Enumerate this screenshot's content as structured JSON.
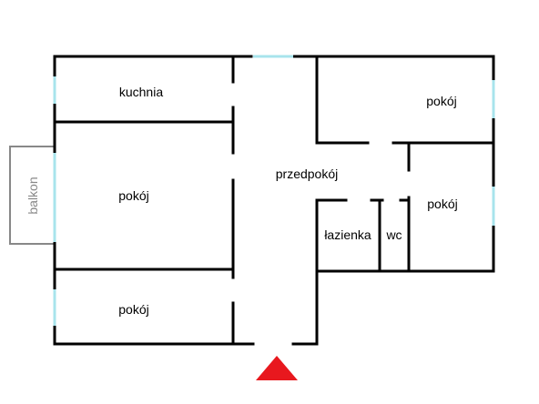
{
  "rooms": {
    "kitchen": "kuchnia",
    "room_left_mid": "pokój",
    "room_left_bottom": "pokój",
    "room_right_top": "pokój",
    "room_right_mid": "pokój",
    "hallway": "przedpokój",
    "bathroom": "łazienka",
    "wc": "wc",
    "balcony": "balkon"
  },
  "colors": {
    "wall": "#000000",
    "window": "#a8e4ec",
    "balcony_outline": "#888888",
    "entrance_marker": "#e8181e"
  }
}
